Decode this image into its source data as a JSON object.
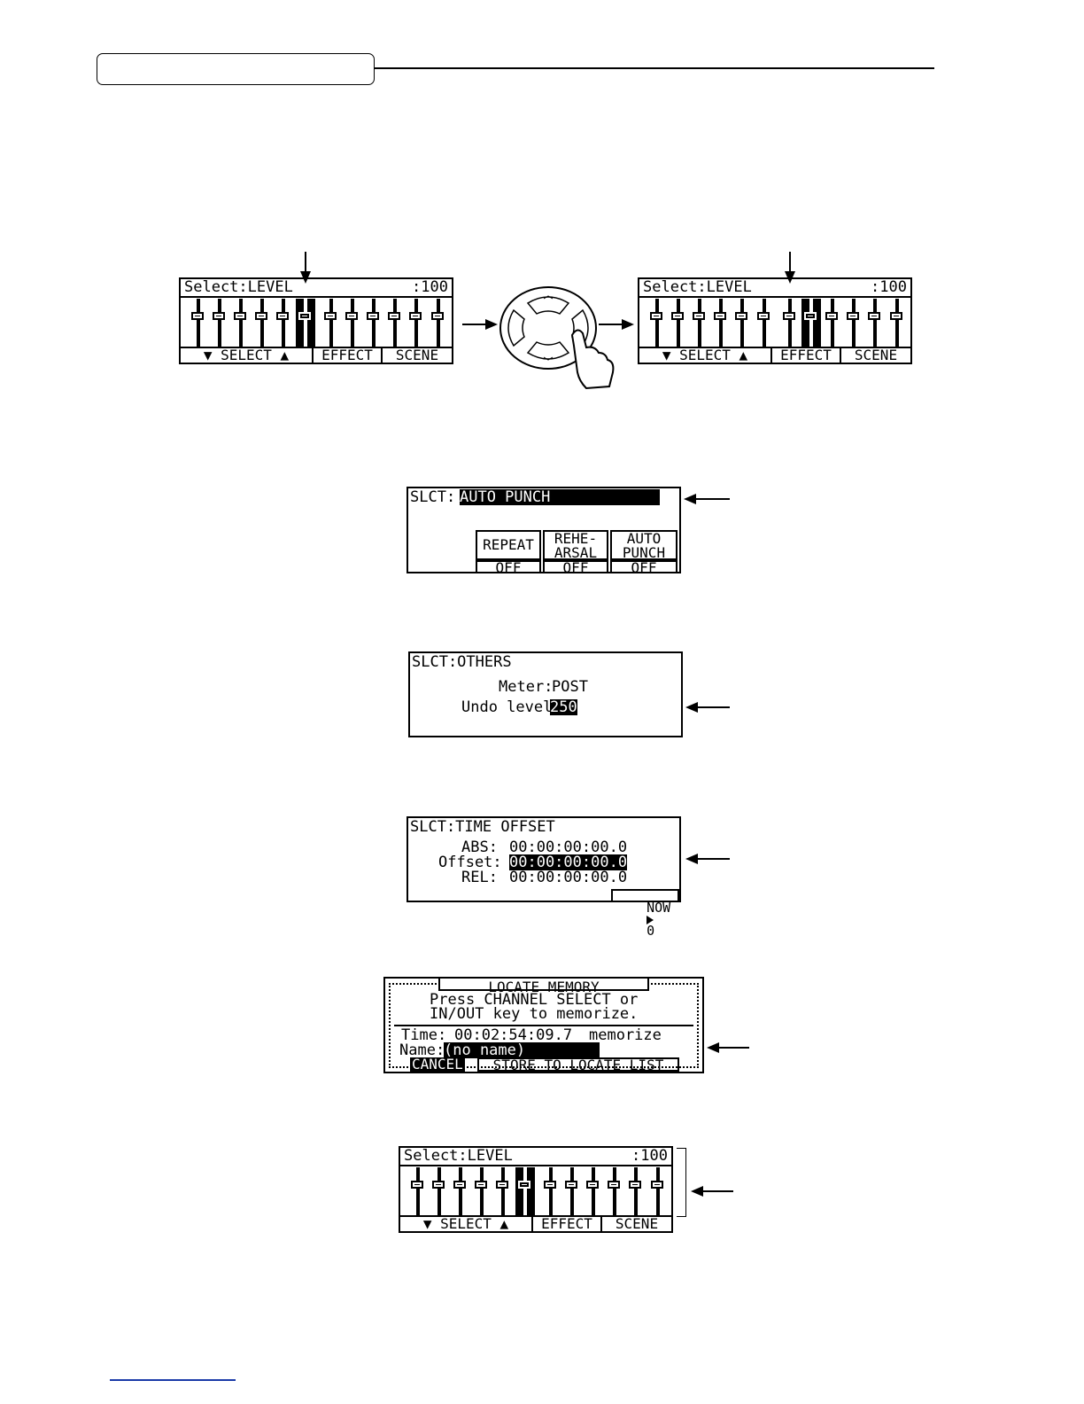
{
  "level_screen": {
    "title": "Select:LEVEL",
    "value": ":100",
    "footer": {
      "select": "▼ SELECT ▲",
      "effect": "EFFECT",
      "scene": "SCENE"
    }
  },
  "auto_punch_screen": {
    "label": "SLCT:",
    "value": "AUTO PUNCH",
    "buttons": [
      {
        "label": "REPEAT",
        "state": "OFF"
      },
      {
        "label": "REHE-\nARSAL",
        "state": "OFF"
      },
      {
        "label": "AUTO\nPUNCH",
        "state": "OFF"
      }
    ]
  },
  "others_screen": {
    "title": "SLCT:OTHERS",
    "meter_label": "Meter:",
    "meter_value": "POST",
    "undo_label": "Undo level:",
    "undo_value": "250"
  },
  "time_offset_screen": {
    "title": "SLCT:TIME OFFSET",
    "abs_label": "ABS:",
    "abs_value": "00:00:00:00.0",
    "offset_label": "Offset:",
    "offset_value": "00:00:00:00.0",
    "rel_label": "REL:",
    "rel_value": "00:00:00:00.0",
    "now_button": "NOW",
    "now_target": "0"
  },
  "locate_memory_screen": {
    "title": "LOCATE MEMORY",
    "message_line1": "Press CHANNEL SELECT or",
    "message_line2": "IN/OUT key to memorize.",
    "time_label": "Time:",
    "time_value": "00:02:54:09.7",
    "time_suffix": "memorize",
    "name_label": "Name:",
    "name_value": "(no name)",
    "cancel": "CANCEL",
    "store": "STORE TO LOCATE LIST"
  }
}
